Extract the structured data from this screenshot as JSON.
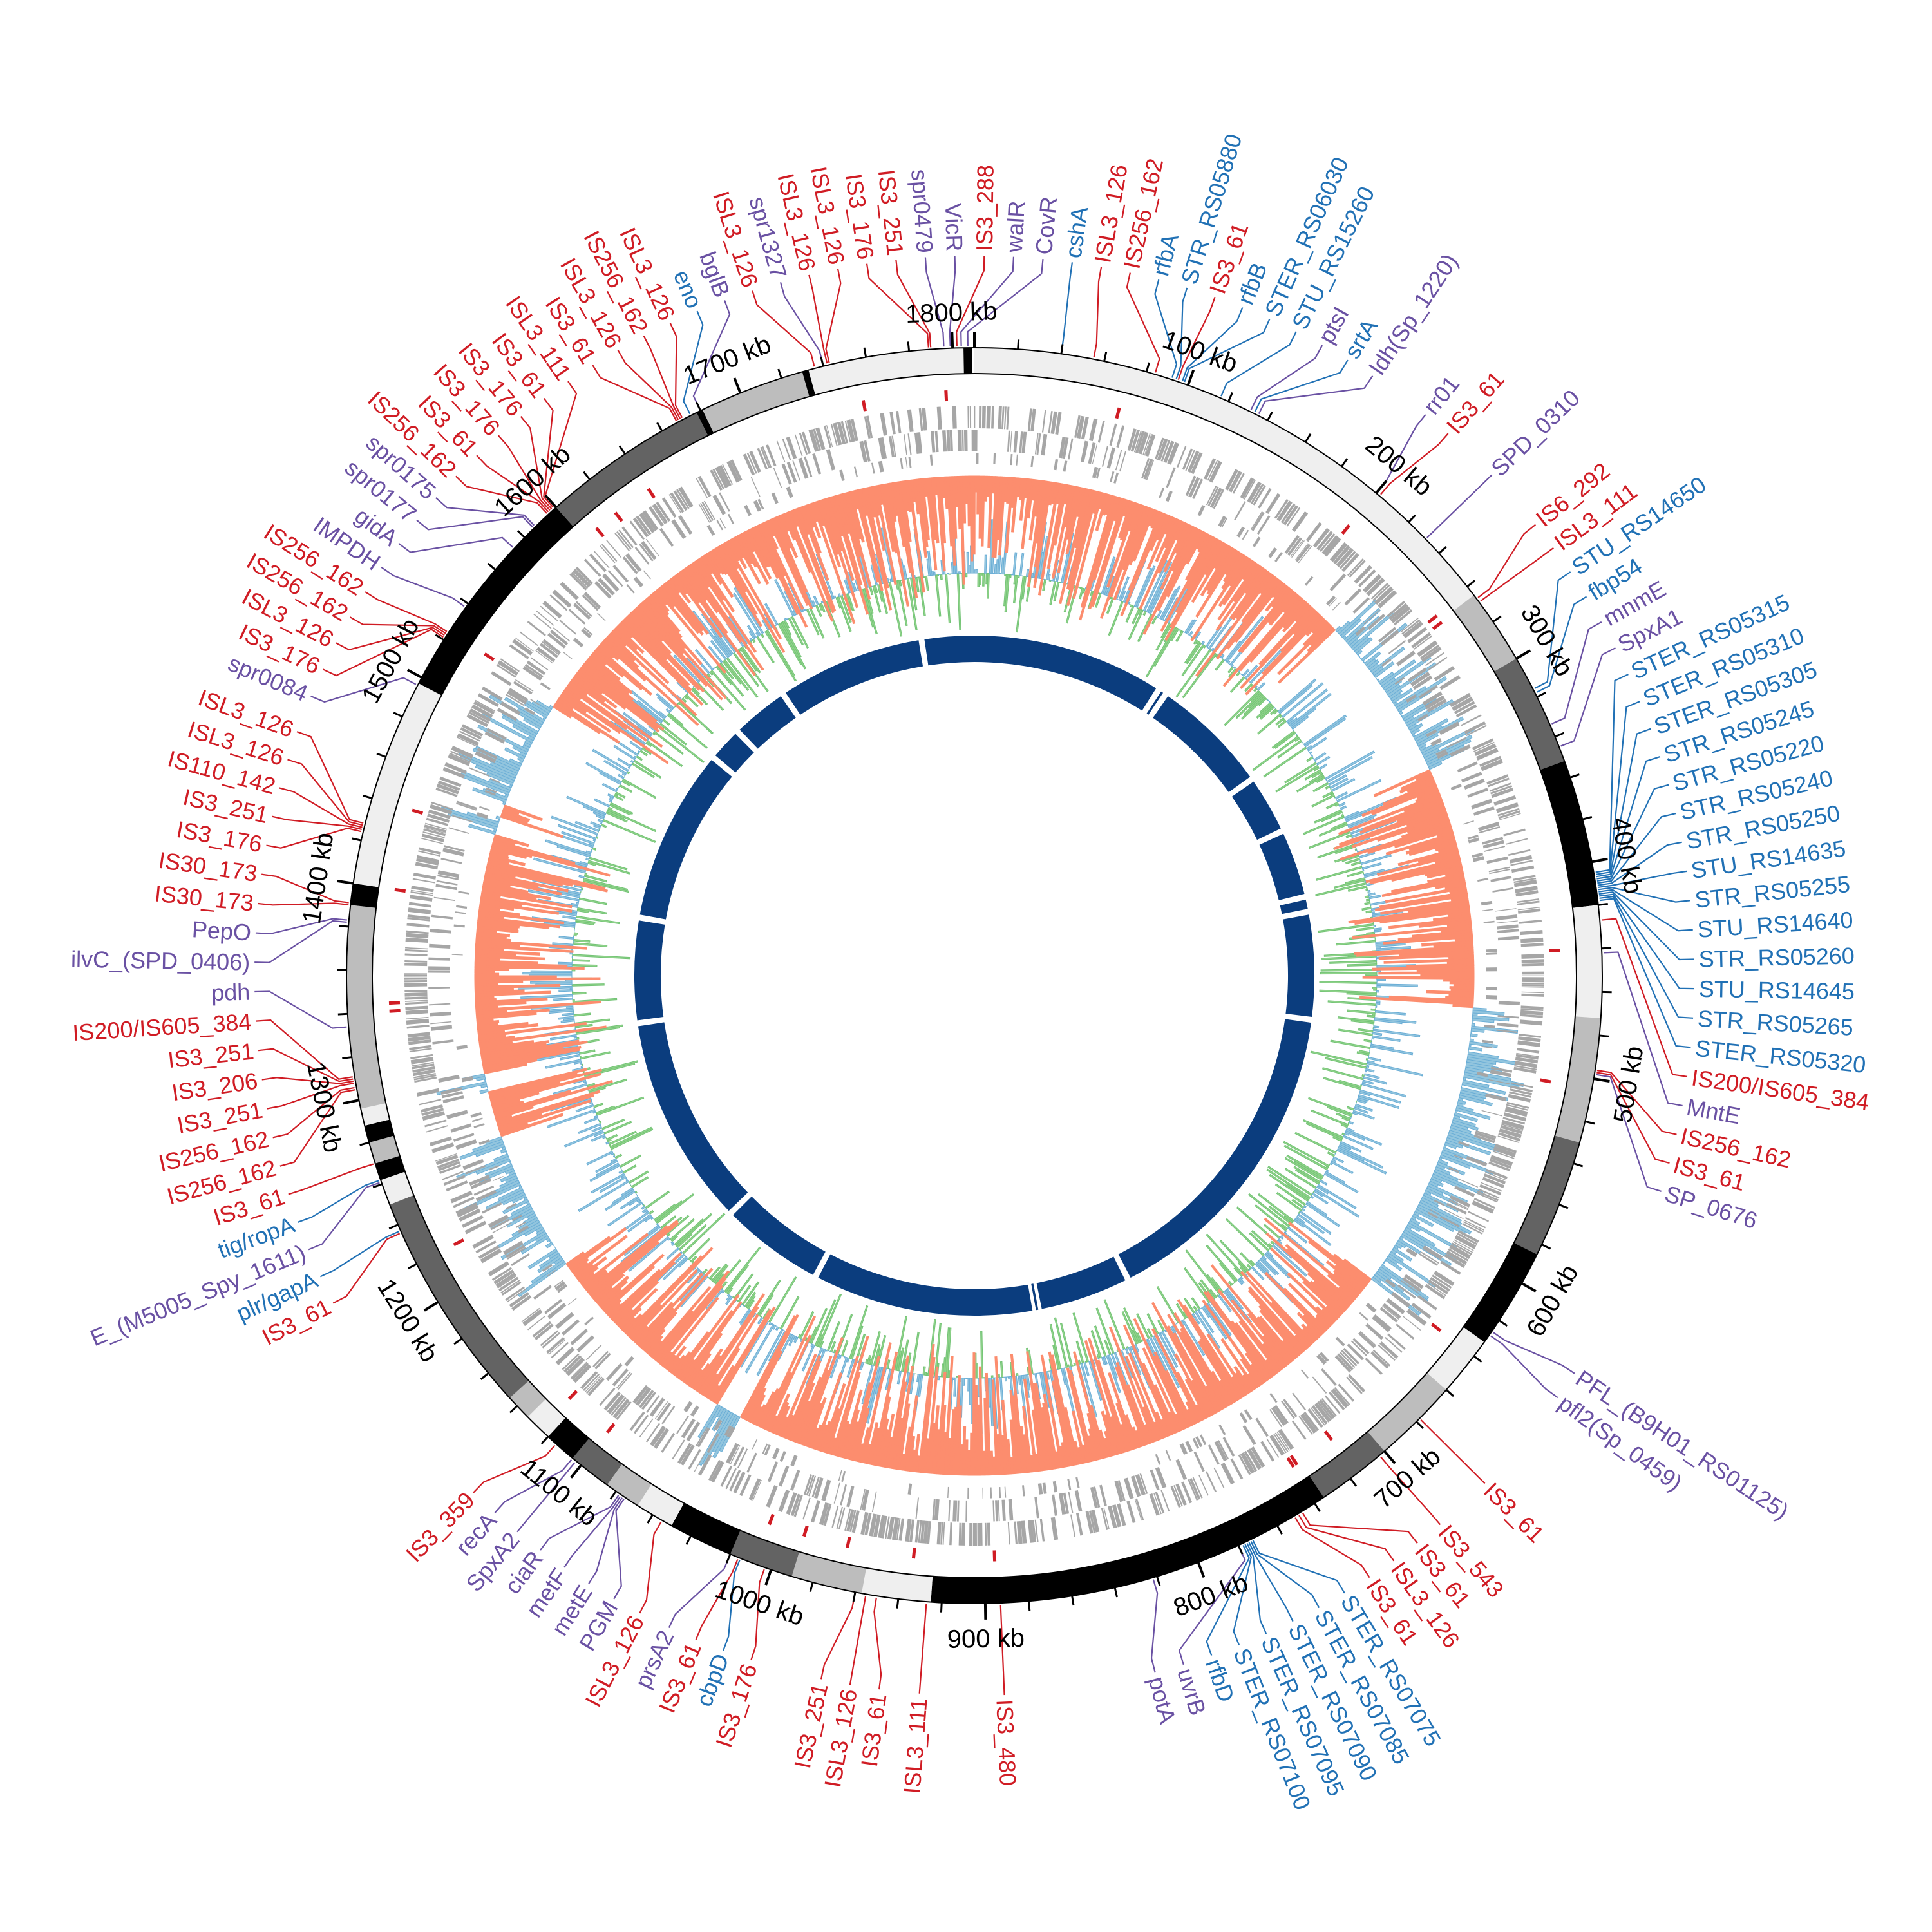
{
  "genome_length_kb": 1810,
  "colors": {
    "is_element": "#d01c24",
    "gene_blue": "#2171b5",
    "gene_purple": "#6a51a3",
    "gc_negative": "#fc8d6e",
    "gc_positive": "#92c5de",
    "skew_negative": "#8fd28a",
    "skew_positive": "#92c5de",
    "gene_tiles": "#a6a6a6",
    "inner_ring": "#0b3d7e",
    "band_shades": {
      "l": "#efefef",
      "m": "#bdbdbd",
      "d": "#636363",
      "k": "#000000"
    }
  },
  "ticks": {
    "major_every_kb": 100,
    "minor_every_kb": 20,
    "labels": [
      "100 kb",
      "200 kb",
      "300 kb",
      "400 kb",
      "500 kb",
      "600 kb",
      "700 kb",
      "800 kb",
      "900 kb",
      "1000 kb",
      "1100 kb",
      "1200 kb",
      "1300 kb",
      "1400 kb",
      "1500 kb",
      "1600 kb",
      "1700 kb",
      "1800 kb"
    ]
  },
  "ideogram_bands_kb": [
    [
      0,
      265,
      "l"
    ],
    [
      265,
      300,
      "m"
    ],
    [
      300,
      352,
      "d"
    ],
    [
      352,
      420,
      "k"
    ],
    [
      420,
      472,
      "l"
    ],
    [
      472,
      530,
      "m"
    ],
    [
      530,
      585,
      "d"
    ],
    [
      585,
      632,
      "k"
    ],
    [
      632,
      660,
      "l"
    ],
    [
      660,
      700,
      "m"
    ],
    [
      700,
      735,
      "d"
    ],
    [
      735,
      925,
      "k"
    ],
    [
      925,
      957,
      "l"
    ],
    [
      957,
      990,
      "m"
    ],
    [
      990,
      1020,
      "d"
    ],
    [
      1020,
      1050,
      "k"
    ],
    [
      1050,
      1068,
      "l"
    ],
    [
      1068,
      1085,
      "m"
    ],
    [
      1085,
      1105,
      "d"
    ],
    [
      1105,
      1120,
      "k"
    ],
    [
      1120,
      1133,
      "l"
    ],
    [
      1133,
      1145,
      "m"
    ],
    [
      1145,
      1250,
      "d"
    ],
    [
      1250,
      1262,
      "l"
    ],
    [
      1262,
      1270,
      "k"
    ],
    [
      1270,
      1280,
      "m"
    ],
    [
      1280,
      1288,
      "k"
    ],
    [
      1288,
      1296,
      "l"
    ],
    [
      1296,
      1390,
      "m"
    ],
    [
      1390,
      1400,
      "k"
    ],
    [
      1400,
      1497,
      "l"
    ],
    [
      1497,
      1600,
      "k"
    ],
    [
      1600,
      1678,
      "d"
    ],
    [
      1678,
      1681,
      "k"
    ],
    [
      1681,
      1730,
      "m"
    ],
    [
      1730,
      1733,
      "k"
    ],
    [
      1733,
      1805,
      "l"
    ],
    [
      1805,
      1809,
      "k"
    ]
  ],
  "is_marks_kb": [
    1755,
    1796,
    72,
    200,
    262,
    266,
    440,
    505,
    640,
    716,
    737,
    739,
    895,
    935,
    968,
    990,
    1008,
    1100,
    1125,
    1220,
    1340,
    1344,
    1400,
    1440,
    1525,
    1608,
    1620,
    1640
  ],
  "inner_ring_gaps_kb": [
    1765,
    165,
    172,
    275,
    326,
    385,
    398,
    490,
    770,
    850,
    853,
    1045,
    1135,
    1317,
    1407,
    1558,
    1588,
    1638
  ],
  "gc_positive_ranges_kb": [
    [
      232,
      330
    ],
    [
      470,
      640
    ],
    [
      1180,
      1262
    ],
    [
      1290,
      1300
    ],
    [
      1458,
      1520
    ],
    [
      1440,
      1450
    ],
    [
      1045,
      1060
    ]
  ],
  "labels": [
    {
      "text": "spr0479",
      "kb": 1796,
      "cat": "p"
    },
    {
      "text": "VicR",
      "kb": 1799,
      "cat": "p"
    },
    {
      "text": "IS3_288",
      "kb": 1802,
      "cat": "r"
    },
    {
      "text": "walR",
      "kb": 1804,
      "cat": "p"
    },
    {
      "text": "CovR",
      "kb": 1807,
      "cat": "p"
    },
    {
      "text": "cshA",
      "kb": 40,
      "cat": "b"
    },
    {
      "text": "ISL3_126",
      "kb": 55,
      "cat": "r"
    },
    {
      "text": "IS256_162",
      "kb": 84,
      "cat": "r"
    },
    {
      "text": "rfbA",
      "kb": 92,
      "cat": "b"
    },
    {
      "text": "STR_RS05880",
      "kb": 94,
      "cat": "b"
    },
    {
      "text": "IS3_61",
      "kb": 95,
      "cat": "r"
    },
    {
      "text": "rfbB",
      "kb": 97,
      "cat": "b"
    },
    {
      "text": "STER_RS06030",
      "kb": 98,
      "cat": "b"
    },
    {
      "text": "STU_RS15260",
      "kb": 116,
      "cat": "b"
    },
    {
      "text": "ptsI",
      "kb": 131,
      "cat": "p"
    },
    {
      "text": "srtA",
      "kb": 133,
      "cat": "b"
    },
    {
      "text": "ldh(Sp_1220)",
      "kb": 135,
      "cat": "p"
    },
    {
      "text": "rr01",
      "kb": 200,
      "cat": "p"
    },
    {
      "text": "IS3_61",
      "kb": 202,
      "cat": "r"
    },
    {
      "text": "SPD_0310",
      "kb": 231,
      "cat": "p"
    },
    {
      "text": "IS6_292",
      "kb": 267,
      "cat": "r"
    },
    {
      "text": "ISL3_111",
      "kb": 269,
      "cat": "r"
    },
    {
      "text": "STU_RS14650",
      "kb": 316,
      "cat": "b"
    },
    {
      "text": "fbp54",
      "kb": 318,
      "cat": "b"
    },
    {
      "text": "mnmE",
      "kb": 334,
      "cat": "p"
    },
    {
      "text": "SpxA1",
      "kb": 345,
      "cat": "p"
    },
    {
      "text": "STER_RS05315",
      "kb": 405,
      "cat": "b"
    },
    {
      "text": "STER_RS05310",
      "kb": 406,
      "cat": "b"
    },
    {
      "text": "STER_RS05305",
      "kb": 407,
      "cat": "b"
    },
    {
      "text": "STR_RS05245",
      "kb": 408,
      "cat": "b"
    },
    {
      "text": "STR_RS05220",
      "kb": 409,
      "cat": "b"
    },
    {
      "text": "STR_RS05240",
      "kb": 410,
      "cat": "b"
    },
    {
      "text": "STR_RS05250",
      "kb": 411,
      "cat": "b"
    },
    {
      "text": "STU_RS14635",
      "kb": 412,
      "cat": "b"
    },
    {
      "text": "STR_RS05255",
      "kb": 413,
      "cat": "b"
    },
    {
      "text": "STU_RS14640",
      "kb": 414,
      "cat": "b"
    },
    {
      "text": "STR_RS05260",
      "kb": 415,
      "cat": "b"
    },
    {
      "text": "STU_RS14645",
      "kb": 416,
      "cat": "b"
    },
    {
      "text": "STR_RS05265",
      "kb": 417,
      "cat": "b"
    },
    {
      "text": "STER_RS05320",
      "kb": 418,
      "cat": "b"
    },
    {
      "text": "IS200/IS605_384",
      "kb": 427,
      "cat": "r"
    },
    {
      "text": "MntE",
      "kb": 442,
      "cat": "p"
    },
    {
      "text": "IS256_162",
      "kb": 496,
      "cat": "r"
    },
    {
      "text": "IS3_61",
      "kb": 497,
      "cat": "r"
    },
    {
      "text": "SP_0676",
      "kb": 498,
      "cat": "p"
    },
    {
      "text": "PFL_(B9H01_RS01125)",
      "kb": 626,
      "cat": "p"
    },
    {
      "text": "pfl2(Sp_0459)",
      "kb": 628,
      "cat": "p"
    },
    {
      "text": "IS3_61",
      "kb": 678,
      "cat": "r"
    },
    {
      "text": "IS3_543",
      "kb": 703,
      "cat": "r"
    },
    {
      "text": "IS3_61",
      "kb": 747,
      "cat": "r"
    },
    {
      "text": "ISL3_126",
      "kb": 749,
      "cat": "r"
    },
    {
      "text": "IS3_61",
      "kb": 751,
      "cat": "r"
    },
    {
      "text": "STER_RS07075",
      "kb": 773,
      "cat": "b"
    },
    {
      "text": "STER_RS07085",
      "kb": 774,
      "cat": "b"
    },
    {
      "text": "STER_RS07090",
      "kb": 775,
      "cat": "b"
    },
    {
      "text": "STER_RS07095",
      "kb": 776,
      "cat": "b"
    },
    {
      "text": "STER_RS07100",
      "kb": 777,
      "cat": "b"
    },
    {
      "text": "rfbD",
      "kb": 778,
      "cat": "b"
    },
    {
      "text": "uvrB",
      "kb": 780,
      "cat": "p"
    },
    {
      "text": "potA",
      "kb": 822,
      "cat": "p"
    },
    {
      "text": "IS3_480",
      "kb": 893,
      "cat": "r"
    },
    {
      "text": "ISL3_111",
      "kb": 927,
      "cat": "r"
    },
    {
      "text": "IS3_61",
      "kb": 950,
      "cat": "r"
    },
    {
      "text": "ISL3_126",
      "kb": 955,
      "cat": "r"
    },
    {
      "text": "IS3_251",
      "kb": 960,
      "cat": "r"
    },
    {
      "text": "IS3_176",
      "kb": 1003,
      "cat": "r"
    },
    {
      "text": "cbpD",
      "kb": 1015,
      "cat": "b"
    },
    {
      "text": "IS3_61",
      "kb": 1016,
      "cat": "r"
    },
    {
      "text": "prsA2",
      "kb": 1020,
      "cat": "p"
    },
    {
      "text": "ISL3_126",
      "kb": 1055,
      "cat": "r"
    },
    {
      "text": "PGM",
      "kb": 1075,
      "cat": "p"
    },
    {
      "text": "metE",
      "kb": 1076,
      "cat": "p"
    },
    {
      "text": "metF",
      "kb": 1077,
      "cat": "p"
    },
    {
      "text": "ciaR",
      "kb": 1078,
      "cat": "p"
    },
    {
      "text": "SpxA2",
      "kb": 1103,
      "cat": "p"
    },
    {
      "text": "recA",
      "kb": 1105,
      "cat": "p"
    },
    {
      "text": "IS3_359",
      "kb": 1115,
      "cat": "r"
    },
    {
      "text": "IS3_61",
      "kb": 1236,
      "cat": "r"
    },
    {
      "text": "plr/gapA",
      "kb": 1237,
      "cat": "b"
    },
    {
      "text": "E_(M5005_Spy_1611)",
      "kb": 1261,
      "cat": "p"
    },
    {
      "text": "tig/ropA",
      "kb": 1262,
      "cat": "b"
    },
    {
      "text": "IS3_61",
      "kb": 1270,
      "cat": "r"
    },
    {
      "text": "IS256_162",
      "kb": 1305,
      "cat": "r"
    },
    {
      "text": "IS256_162",
      "kb": 1306,
      "cat": "r"
    },
    {
      "text": "IS3_251",
      "kb": 1308,
      "cat": "r"
    },
    {
      "text": "IS3_206",
      "kb": 1309,
      "cat": "r"
    },
    {
      "text": "IS3_251",
      "kb": 1310,
      "cat": "r"
    },
    {
      "text": "IS200/IS605_384",
      "kb": 1311,
      "cat": "r"
    },
    {
      "text": "pdh",
      "kb": 1334,
      "cat": "p"
    },
    {
      "text": "ilvC_(SPD_0406)",
      "kb": 1382,
      "cat": "p"
    },
    {
      "text": "PepO",
      "kb": 1383,
      "cat": "p"
    },
    {
      "text": "IS30_173",
      "kb": 1390,
      "cat": "r"
    },
    {
      "text": "IS30_173",
      "kb": 1391,
      "cat": "r"
    },
    {
      "text": "IS3_176",
      "kb": 1424,
      "cat": "r"
    },
    {
      "text": "IS3_251",
      "kb": 1425,
      "cat": "r"
    },
    {
      "text": "IS110_142",
      "kb": 1426,
      "cat": "r"
    },
    {
      "text": "ISL3_126",
      "kb": 1427,
      "cat": "r"
    },
    {
      "text": "ISL3_126",
      "kb": 1428,
      "cat": "r"
    },
    {
      "text": "spr0084",
      "kb": 1496,
      "cat": "p"
    },
    {
      "text": "IS3_176",
      "kb": 1521,
      "cat": "r"
    },
    {
      "text": "ISL3_126",
      "kb": 1522,
      "cat": "r"
    },
    {
      "text": "IS256_162",
      "kb": 1523,
      "cat": "r"
    },
    {
      "text": "IS256_162",
      "kb": 1524,
      "cat": "r"
    },
    {
      "text": "IMPDH",
      "kb": 1538,
      "cat": "p"
    },
    {
      "text": "gidA",
      "kb": 1573,
      "cat": "p"
    },
    {
      "text": "spr0177",
      "kb": 1586,
      "cat": "p"
    },
    {
      "text": "spr0175",
      "kb": 1587,
      "cat": "p"
    },
    {
      "text": "IS256_162",
      "kb": 1595,
      "cat": "r"
    },
    {
      "text": "IS3_61",
      "kb": 1596,
      "cat": "r"
    },
    {
      "text": "IS3_176",
      "kb": 1597,
      "cat": "r"
    },
    {
      "text": "IS3_176",
      "kb": 1598,
      "cat": "r"
    },
    {
      "text": "IS3_61",
      "kb": 1599,
      "cat": "r"
    },
    {
      "text": "ISL3_111",
      "kb": 1600,
      "cat": "r"
    },
    {
      "text": "IS3_61",
      "kb": 1668,
      "cat": "r"
    },
    {
      "text": "ISL3_126",
      "kb": 1669,
      "cat": "r"
    },
    {
      "text": "IS256_162",
      "kb": 1670,
      "cat": "r"
    },
    {
      "text": "ISL3_126",
      "kb": 1671,
      "cat": "r"
    },
    {
      "text": "eno",
      "kb": 1675,
      "cat": "b"
    },
    {
      "text": "bglB",
      "kb": 1680,
      "cat": "p"
    },
    {
      "text": "ISL3_126",
      "kb": 1736,
      "cat": "r"
    },
    {
      "text": "spr1327",
      "kb": 1740,
      "cat": "p"
    },
    {
      "text": "ISL3_126",
      "kb": 1742,
      "cat": "r"
    },
    {
      "text": "ISL3_126",
      "kb": 1743,
      "cat": "r"
    },
    {
      "text": "IS3_176",
      "kb": 1789,
      "cat": "r"
    },
    {
      "text": "IS3_251",
      "kb": 1790,
      "cat": "r"
    }
  ]
}
